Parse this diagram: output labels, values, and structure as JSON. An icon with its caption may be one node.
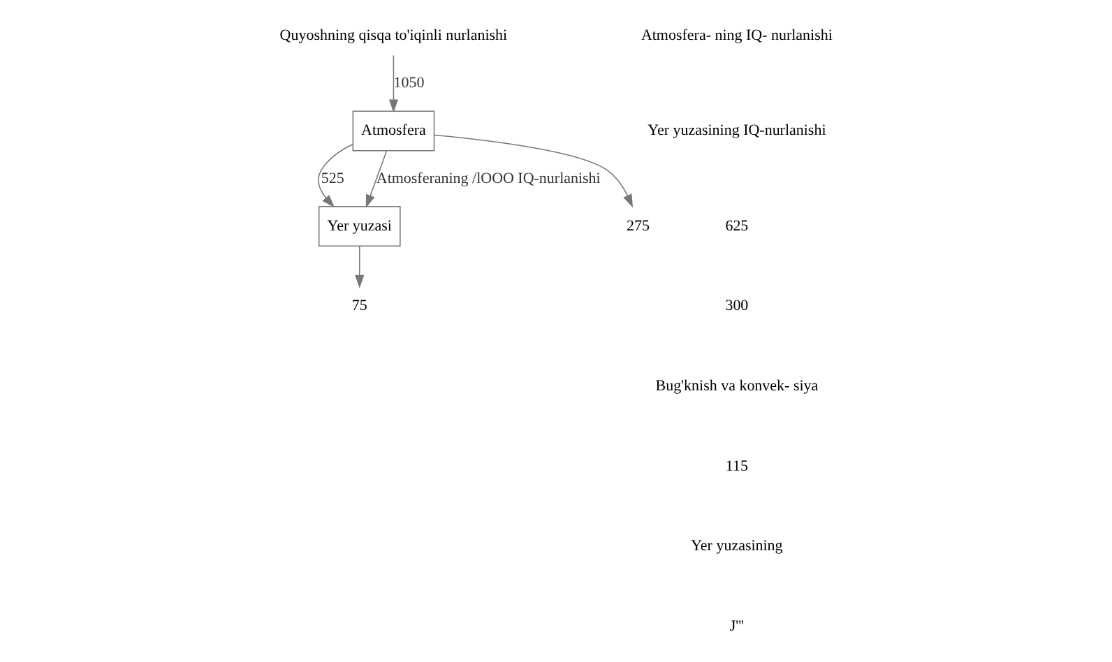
{
  "diagram": {
    "nodes": [
      {
        "text": [
          "Quyoshning qisqa to'iqinli nurlanishi"
        ]
      },
      {
        "text": [
          "Atmosfera"
        ]
      },
      {
        "text": [
          "Yer yuzasi"
        ]
      },
      {
        "text": [
          "275"
        ]
      },
      {
        "text": [
          "75"
        ]
      }
    ],
    "edges": [
      {
        "from": 0,
        "to": 1,
        "arrow": "to",
        "label": "1050"
      },
      {
        "from": 1,
        "to": 3,
        "arrow": "to"
      },
      {
        "from": 1,
        "to": 2,
        "arrow": "to",
        "label": "525"
      },
      {
        "from": 2,
        "to": 4,
        "arrow": "to"
      },
      {
        "from": 1,
        "to": 2,
        "arrow": "to",
        "label": "Atmosferaning /lOOO IQ-nurlanishi"
      }
    ],
    "labels": [
      "Atmosfera- ning IQ- nurlanishi",
      "Yer yuzasining IQ-nurlanishi",
      "625",
      "300",
      "Bug'knish va konvek- siya",
      "115",
      "Yer yuzasining",
      "J'''"
    ]
  }
}
